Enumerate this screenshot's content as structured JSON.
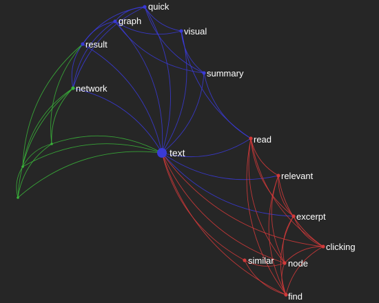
{
  "graph": {
    "background": "#262626",
    "colors": {
      "blue": "#3a3ad6",
      "red": "#d23a3a",
      "green": "#3ab23a",
      "label": "#ffffff"
    },
    "nodes": [
      {
        "id": "text",
        "label": "text",
        "group": "blue",
        "hub": true
      },
      {
        "id": "quick",
        "label": "quick",
        "group": "blue"
      },
      {
        "id": "graph",
        "label": "graph",
        "group": "blue"
      },
      {
        "id": "visual",
        "label": "visual",
        "group": "blue"
      },
      {
        "id": "result",
        "label": "result",
        "group": "blue"
      },
      {
        "id": "summary",
        "label": "summary",
        "group": "blue"
      },
      {
        "id": "network",
        "label": "network",
        "group": "green"
      },
      {
        "id": "read",
        "label": "read",
        "group": "red"
      },
      {
        "id": "relevant",
        "label": "relevant",
        "group": "red"
      },
      {
        "id": "excerpt",
        "label": "excerpt",
        "group": "red"
      },
      {
        "id": "clicking",
        "label": "clicking",
        "group": "red"
      },
      {
        "id": "similar",
        "label": "similar",
        "group": "red"
      },
      {
        "id": "node",
        "label": "node",
        "group": "red"
      },
      {
        "id": "find",
        "label": "find",
        "group": "red"
      },
      {
        "id": "g1",
        "label": "",
        "group": "green"
      },
      {
        "id": "g2",
        "label": "",
        "group": "green"
      },
      {
        "id": "g3",
        "label": "",
        "group": "green"
      }
    ],
    "edges": [
      {
        "source": "text",
        "target": "quick",
        "group": "blue"
      },
      {
        "source": "text",
        "target": "graph",
        "group": "blue"
      },
      {
        "source": "text",
        "target": "visual",
        "group": "blue"
      },
      {
        "source": "text",
        "target": "result",
        "group": "blue"
      },
      {
        "source": "text",
        "target": "summary",
        "group": "blue"
      },
      {
        "source": "text",
        "target": "network",
        "group": "blue"
      },
      {
        "source": "text",
        "target": "read",
        "group": "blue"
      },
      {
        "source": "text",
        "target": "relevant",
        "group": "blue"
      },
      {
        "source": "text",
        "target": "excerpt",
        "group": "blue"
      },
      {
        "source": "quick",
        "target": "graph",
        "group": "blue"
      },
      {
        "source": "quick",
        "target": "visual",
        "group": "blue"
      },
      {
        "source": "quick",
        "target": "result",
        "group": "blue"
      },
      {
        "source": "quick",
        "target": "network",
        "group": "blue"
      },
      {
        "source": "quick",
        "target": "summary",
        "group": "blue"
      },
      {
        "source": "graph",
        "target": "visual",
        "group": "blue"
      },
      {
        "source": "graph",
        "target": "result",
        "group": "blue"
      },
      {
        "source": "graph",
        "target": "network",
        "group": "blue"
      },
      {
        "source": "graph",
        "target": "summary",
        "group": "blue"
      },
      {
        "source": "visual",
        "target": "summary",
        "group": "blue"
      },
      {
        "source": "visual",
        "target": "read",
        "group": "blue"
      },
      {
        "source": "summary",
        "target": "read",
        "group": "blue"
      },
      {
        "source": "result",
        "target": "network",
        "group": "blue"
      },
      {
        "source": "text",
        "target": "g1",
        "group": "green"
      },
      {
        "source": "text",
        "target": "g2",
        "group": "green"
      },
      {
        "source": "text",
        "target": "g3",
        "group": "green"
      },
      {
        "source": "network",
        "target": "g1",
        "group": "green"
      },
      {
        "source": "network",
        "target": "g2",
        "group": "green"
      },
      {
        "source": "network",
        "target": "g3",
        "group": "green"
      },
      {
        "source": "result",
        "target": "g1",
        "group": "green"
      },
      {
        "source": "result",
        "target": "g2",
        "group": "green"
      },
      {
        "source": "g1",
        "target": "g2",
        "group": "green"
      },
      {
        "source": "g1",
        "target": "g3",
        "group": "green"
      },
      {
        "source": "g2",
        "target": "g3",
        "group": "green"
      },
      {
        "source": "text",
        "target": "similar",
        "group": "red"
      },
      {
        "source": "text",
        "target": "node",
        "group": "red"
      },
      {
        "source": "text",
        "target": "find",
        "group": "red"
      },
      {
        "source": "text",
        "target": "clicking",
        "group": "red"
      },
      {
        "source": "read",
        "target": "relevant",
        "group": "red"
      },
      {
        "source": "read",
        "target": "excerpt",
        "group": "red"
      },
      {
        "source": "read",
        "target": "clicking",
        "group": "red"
      },
      {
        "source": "read",
        "target": "node",
        "group": "red"
      },
      {
        "source": "read",
        "target": "find",
        "group": "red"
      },
      {
        "source": "relevant",
        "target": "excerpt",
        "group": "red"
      },
      {
        "source": "relevant",
        "target": "clicking",
        "group": "red"
      },
      {
        "source": "relevant",
        "target": "node",
        "group": "red"
      },
      {
        "source": "relevant",
        "target": "find",
        "group": "red"
      },
      {
        "source": "excerpt",
        "target": "clicking",
        "group": "red"
      },
      {
        "source": "excerpt",
        "target": "node",
        "group": "red"
      },
      {
        "source": "excerpt",
        "target": "find",
        "group": "red"
      },
      {
        "source": "clicking",
        "target": "node",
        "group": "red"
      },
      {
        "source": "clicking",
        "target": "find",
        "group": "red"
      },
      {
        "source": "similar",
        "target": "node",
        "group": "red"
      },
      {
        "source": "similar",
        "target": "find",
        "group": "red"
      },
      {
        "source": "node",
        "target": "find",
        "group": "red"
      }
    ]
  }
}
